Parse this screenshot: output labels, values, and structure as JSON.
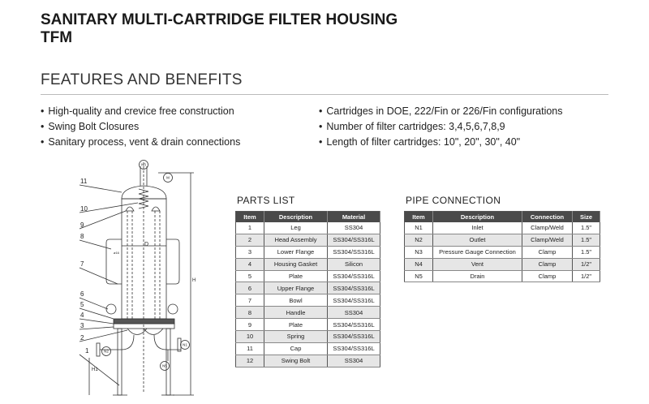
{
  "title": "SANITARY MULTI-CARTRIDGE FILTER HOUSING",
  "subtitle": "TFM",
  "features_heading": "FEATURES AND BENEFITS",
  "features_left": [
    "High-quality and crevice free construction",
    "Swing Bolt Closures",
    "Sanitary process, vent & drain connections"
  ],
  "features_right": [
    "Cartridges in DOE, 222/Fin or 226/Fin configurations",
    "Number of filter cartridges: 3,4,5,6,7,8,9",
    "Length of filter cartridges: 10\", 20\", 30\", 40\""
  ],
  "parts": {
    "heading": "PARTS LIST",
    "headers": [
      "Item",
      "Description",
      "Material"
    ],
    "rows": [
      [
        "1",
        "Leg",
        "SS304"
      ],
      [
        "2",
        "Head Assembly",
        "SS304/SS316L"
      ],
      [
        "3",
        "Lower Flange",
        "SS304/SS316L"
      ],
      [
        "4",
        "Housing Gasket",
        "Silicon"
      ],
      [
        "5",
        "Plate",
        "SS304/SS316L"
      ],
      [
        "6",
        "Upper Flange",
        "SS304/SS316L"
      ],
      [
        "7",
        "Bowl",
        "SS304/SS316L"
      ],
      [
        "8",
        "Handle",
        "SS304"
      ],
      [
        "9",
        "Plate",
        "SS304/SS316L"
      ],
      [
        "10",
        "Spring",
        "SS304/SS316L"
      ],
      [
        "11",
        "Cap",
        "SS304/SS316L"
      ],
      [
        "12",
        "Swing Bolt",
        "SS304"
      ]
    ]
  },
  "pipe": {
    "heading": "PIPE CONNECTION",
    "headers": [
      "Item",
      "Description",
      "Connection",
      "Size"
    ],
    "rows": [
      [
        "N1",
        "Inlet",
        "Clamp/Weld",
        "1.5\""
      ],
      [
        "N2",
        "Outlet",
        "Clamp/Weld",
        "1.5\""
      ],
      [
        "N3",
        "Pressure Gauge Connection",
        "Clamp",
        "1.5\""
      ],
      [
        "N4",
        "Vent",
        "Clamp",
        "1/2\""
      ],
      [
        "N5",
        "Drain",
        "Clamp",
        "1/2\""
      ]
    ]
  },
  "diagram": {
    "callouts": [
      "11",
      "10",
      "9",
      "8",
      "7",
      "6",
      "5",
      "4",
      "3",
      "2",
      "1"
    ],
    "N3": "N3",
    "M": "M",
    "N1": "N1",
    "N2": "N2",
    "N5": "N5",
    "H": "H",
    "H1": "H1",
    "D": "D",
    "phi": "ø16"
  }
}
